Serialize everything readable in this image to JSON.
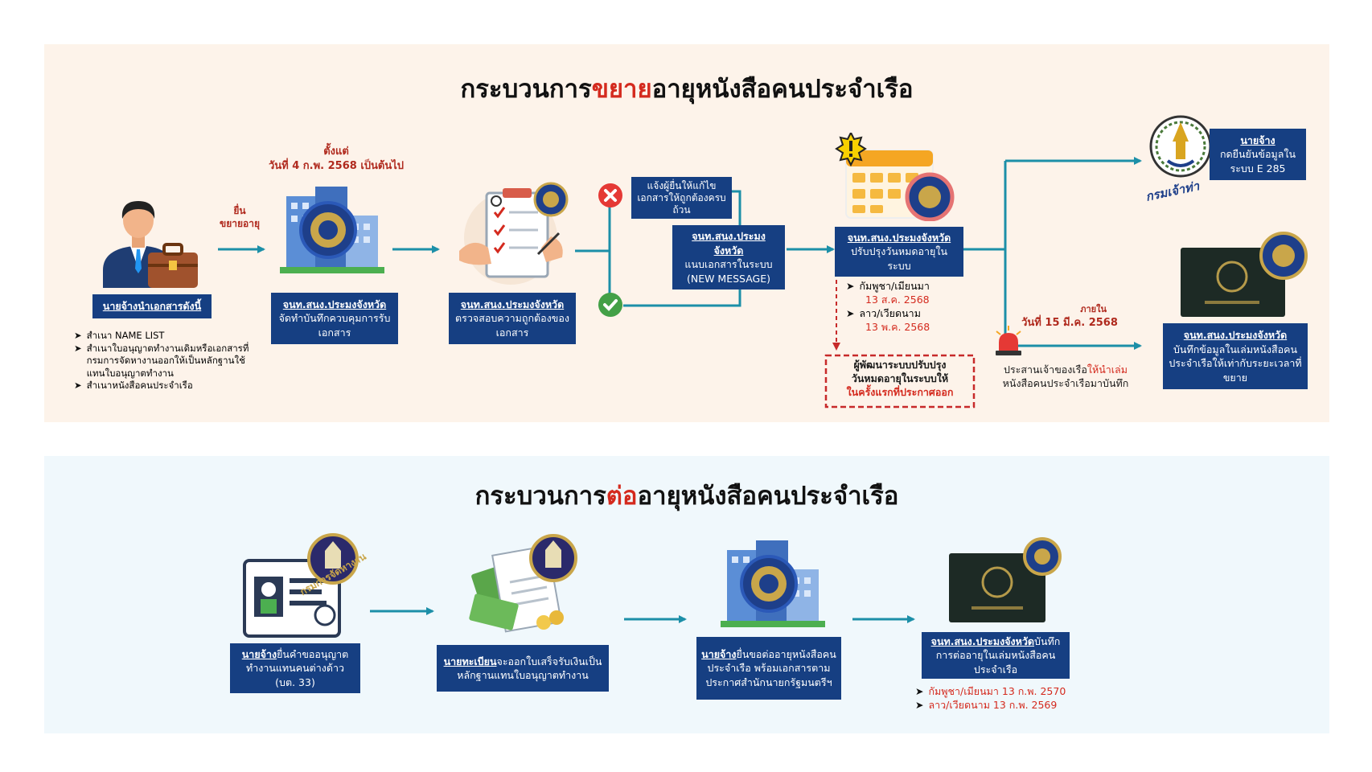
{
  "colors": {
    "panel_top": "#fdf3ea",
    "panel_bottom": "#f0f8fc",
    "box": "#163f82",
    "arrow": "#1c8fa8",
    "highlight": "#d42a1e",
    "dashed": "#c72a2a"
  },
  "extend": {
    "title_pre": "กระบวนการ",
    "title_hl": "ขยาย",
    "title_post": "อายุหนังสือคนประจำเรือ",
    "start_note1": "ตั้งแต่",
    "start_note2": "วันที่ 4 ก.พ. 2568 เป็นต้นไป",
    "submit_label1": "ยื่น",
    "submit_label2": "ขยายอายุ",
    "employer": {
      "title": "นายจ้างนำเอกสารดังนี้",
      "items": [
        "สำเนา NAME LIST",
        "สำเนาใบอนุญาตทำงานเดิมหรือเอกสารที่กรมการจัดหางานออกให้เป็นหลักฐานใช้แทนใบอนุญาตทำงาน",
        "สำเนาหนังสือคนประจำเรือ"
      ]
    },
    "step2": {
      "title": "จนท.สนง.ประมงจังหวัด",
      "text": "จัดทำบันทึกควบคุมการรับเอกสาร"
    },
    "step3": {
      "title": "จนท.สนง.ประมงจังหวัด",
      "text": "ตรวจสอบความถูกต้องของเอกสาร"
    },
    "reject": "แจ้งผู้ยื่นให้แก้ไขเอกสารให้ถูกต้องครบถ้วน",
    "attach": {
      "title": "จนท.สนง.ประมงจังหวัด",
      "text": "แนบเอกสารในระบบ",
      "tag": "(NEW MESSAGE)"
    },
    "update": {
      "title": "จนท.สนง.ประมงจังหวัด",
      "text": "ปรับปรุงวันหมดอายุในระบบ"
    },
    "countries": [
      {
        "name": "กัมพูชา/เมียนมา",
        "date": "13 ส.ค. 2568"
      },
      {
        "name": "ลาว/เวียดนาม",
        "date": "13 พ.ค. 2568"
      }
    ],
    "dev_note": {
      "line1": "ผู้พัฒนาระบบปรับปรุง",
      "line2": "วันหมดอายุในระบบให้",
      "line3": "ในครั้งแรกที่ประกาศออก"
    },
    "marine_dept_label": "กรมเจ้าท่า",
    "confirm": {
      "title": "นายจ้าง",
      "text": "กดยืนยันข้อมูลในระบบ E 285"
    },
    "deadline_label1": "ภายใน",
    "deadline_label2": "วันที่ 15 มี.ค. 2568",
    "coordinate": {
      "pre": "ประสานเจ้าของเรือ",
      "hl": "ให้นำเล่ม",
      "post": "หนังสือคนประจำเรือมาบันทึก"
    },
    "record": {
      "title": "จนท.สนง.ประมงจังหวัด",
      "text": "บันทึกข้อมูลในเล่มหนังสือคนประจำเรือให้เท่ากับระยะเวลาที่ขยาย"
    }
  },
  "renew": {
    "title_pre": "กระบวนการ",
    "title_hl": "ต่อ",
    "title_post": "อายุหนังสือคนประจำเรือ",
    "seal_text": "กรมการจัดหางาน",
    "step1": {
      "title": "นายจ้าง",
      "text": "ยื่นคำขออนุญาตทำงานแทนคนต่างด้าว (บต. 33)"
    },
    "step2": {
      "title": "นายทะเบียน",
      "text": "จะออกใบเสร็จรับเงินเป็นหลักฐานแทนใบอนุญาตทำงาน"
    },
    "step3": {
      "title": "นายจ้าง",
      "text": "ยื่นขอต่ออายุหนังสือคนประจำเรือ พร้อมเอกสารตามประกาศสำนักนายกรัฐมนตรีฯ"
    },
    "step4": {
      "title": "จนท.สนง.ประมงจังหวัด",
      "text": "บันทึกการต่ออายุในเล่มหนังสือคนประจำเรือ"
    },
    "countries": [
      "กัมพูชา/เมียนมา 13 ก.พ. 2570",
      "ลาว/เวียดนาม 13 ก.พ. 2569"
    ]
  }
}
